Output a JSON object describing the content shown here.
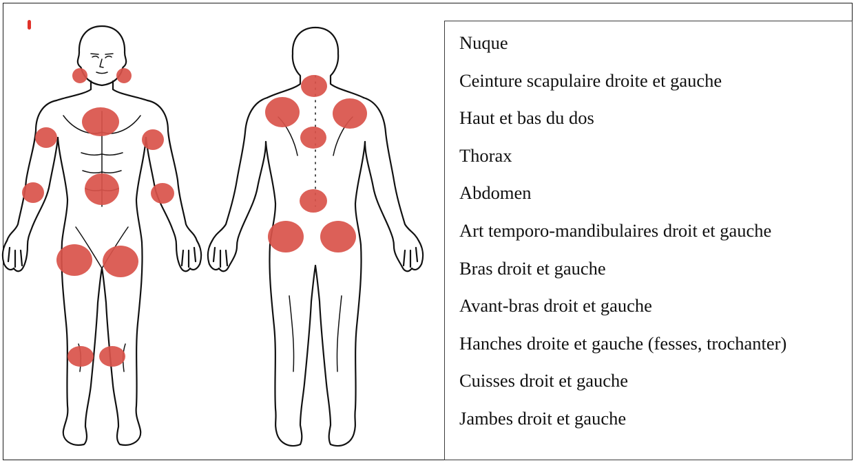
{
  "colors": {
    "tender_point": "#d9534a",
    "outline": "#111111",
    "frame": "#1a1a1a",
    "background": "#ffffff"
  },
  "figures": {
    "front_view": "front-body-figure",
    "back_view": "back-body-figure"
  },
  "legend": {
    "items": [
      "Nuque",
      "Ceinture scapulaire droite et gauche",
      "Haut et bas du dos",
      "Thorax",
      "Abdomen",
      "Art temporo-mandibulaires droit et gauche",
      "Bras droit et gauche",
      "Avant-bras droit et gauche",
      "Hanches droite et gauche (fesses, trochanter)",
      "Cuisses droit et gauche",
      "Jambes droit et gauche"
    ]
  }
}
